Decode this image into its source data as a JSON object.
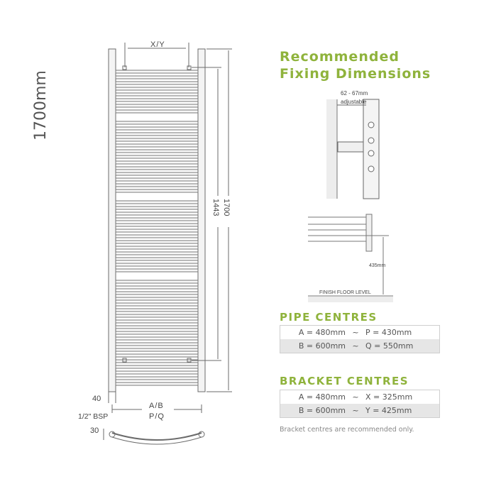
{
  "height_label": "1700mm",
  "fixing": {
    "title_line1": "Recommended",
    "title_line2": "Fixing Dimensions",
    "range_label": "62 - 67mm",
    "adjustable_label": "adjustable",
    "floor_height_label": "435mm",
    "floor_label": "FINISH FLOOR LEVEL"
  },
  "radiator": {
    "top_label": "X/Y",
    "dim_1443": "1443",
    "dim_1700": "1700",
    "bottom_left_dim": "40",
    "centres_label_1": "A/B",
    "centres_label_2": "P/Q",
    "bsp_label": "1/2\" BSP",
    "depth_label": "30"
  },
  "pipe_centres": {
    "title": "PIPE CENTRES",
    "rows": [
      {
        "left": "A = 480mm",
        "sep": "~",
        "right": "P = 430mm",
        "shade": false
      },
      {
        "left": "B = 600mm",
        "sep": "~",
        "right": "Q = 550mm",
        "shade": true
      }
    ]
  },
  "bracket_centres": {
    "title": "BRACKET CENTRES",
    "rows": [
      {
        "left": "A = 480mm",
        "sep": "~",
        "right": "X = 325mm",
        "shade": false
      },
      {
        "left": "B = 600mm",
        "sep": "~",
        "right": "Y = 425mm",
        "shade": true
      }
    ],
    "note": "Bracket centres are recommended only."
  },
  "colors": {
    "accent_green": "#8fb33c",
    "line": "#6b6b6b",
    "shade": "#e6e6e6"
  }
}
